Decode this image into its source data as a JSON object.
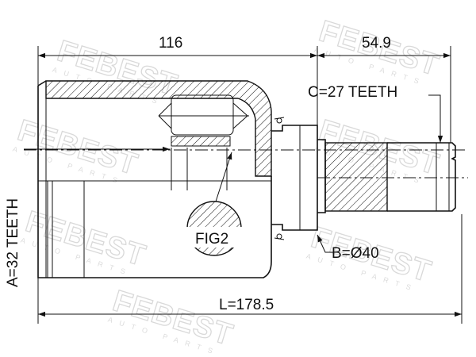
{
  "watermark": {
    "brand": "FEBEST",
    "sub": "AUTO PARTS"
  },
  "dimensions": {
    "width_body": "116",
    "width_stub": "54.9",
    "total_length": "L=178.5"
  },
  "labels": {
    "teeth_outer": "C=27 TEETH",
    "teeth_inner": "A=32 TEETH",
    "seal_diameter": "B=Ø40",
    "detail_ref": "FIG2"
  },
  "colors": {
    "line": "#111111",
    "watermark": "#d9d9d9"
  }
}
